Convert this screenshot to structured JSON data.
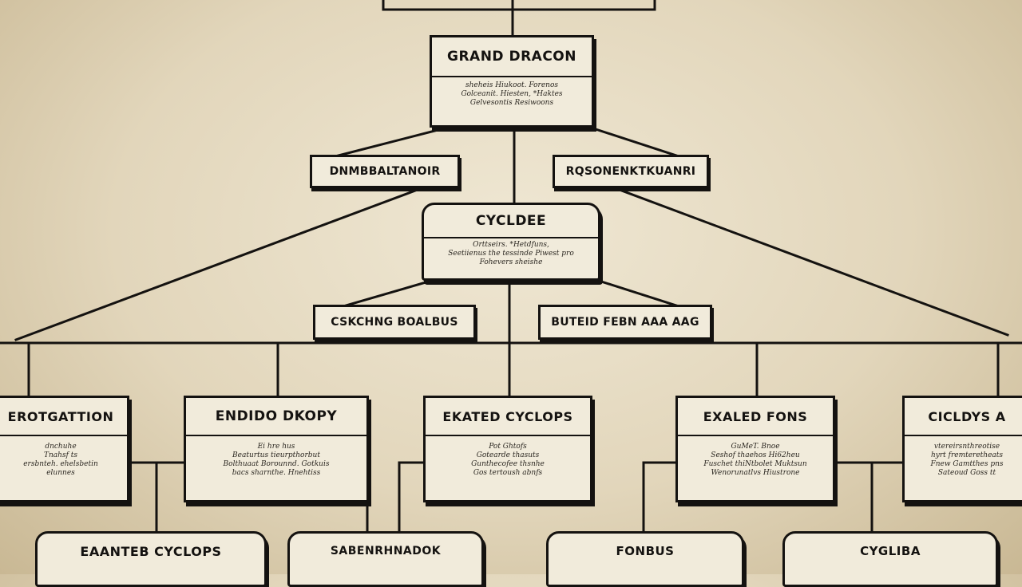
{
  "nodes": {
    "grand": {
      "title": "GRAND DRACON",
      "lines": [
        "sheheis Hiukoot. Forenos",
        "Golceanit. Hiesten, *Haktes",
        "Gelvesontis Resiwoons"
      ]
    },
    "cyclops_center": {
      "title": "CYCLDEE",
      "lines": [
        "Orttseirs. *Hetdfuns,",
        "Seetiienus the tessinde Piwest pro",
        "Fohevers sheishe"
      ]
    },
    "left_outer": {
      "title": "EROTGATTION",
      "lines": [
        "dnchuhe",
        "Tnahsf ts",
        "ersbnteh. ehelsbetin",
        "elunnes"
      ]
    },
    "left_inner": {
      "title": "ENDIDO DKOPY",
      "lines": [
        "Ei hre hus",
        "Beaturtus tieurpthorbut",
        "Bolthuaat Borounnd. Gotkuis",
        "bacs sharnthe. Hnehtiss"
      ]
    },
    "center_mid": {
      "title": "EKATED CYCLOPS",
      "lines": [
        "Pot Ghtofs",
        "Gotearde thasuts",
        "Gunthecofee thsnhe",
        "Gos tertoush abnfs"
      ]
    },
    "right_inner": {
      "title": "EXALED FONS",
      "lines": [
        "GuMeT. Bnoe",
        "Seshof thaehos Hi62heu",
        "Fuschet thiNtbolet Muktsun",
        "Wenorunatlvs Hiustrone"
      ]
    },
    "right_outer": {
      "title": "CICLDYS A",
      "lines": [
        "vtereirsnthreotise",
        "hyrt fremteretheats",
        "Fnew Gamtthes pns",
        "Sateoud Goss tt"
      ]
    }
  },
  "labels": {
    "l1": "DNMBBALTANOIR",
    "l2": "RQSONENKTKUANRI",
    "l3": "CSKCHNG BOALBUS",
    "l4": "BUTEID FEBN AAA AAG"
  },
  "bottom": {
    "b1": "EAANTEB CYCLOPS",
    "b2": "SABENRHNADOK",
    "b3": "FONBUS",
    "b4": "CYGLIBA"
  }
}
